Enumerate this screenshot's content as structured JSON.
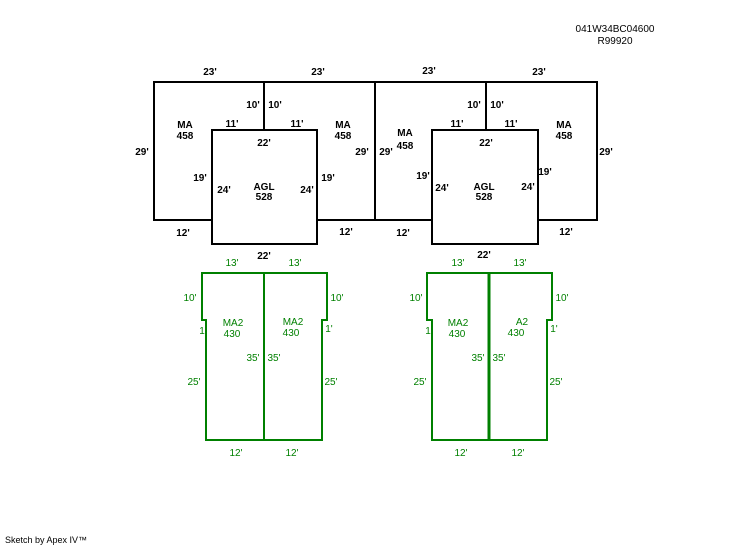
{
  "header": {
    "parcel_id": "041W34BC04600",
    "account": "R99920"
  },
  "footer": {
    "credit": "Sketch by Apex IV™"
  },
  "colors": {
    "upper_lines": "#000000",
    "lower_lines": "#008000"
  },
  "upper_floor": {
    "areas": [
      {
        "code": "MA",
        "sqft": "458"
      },
      {
        "code": "MA",
        "sqft": "458"
      },
      {
        "code": "AGL",
        "sqft": "528"
      },
      {
        "code": "MA",
        "sqft": "458"
      },
      {
        "code": "MA",
        "sqft": "458"
      },
      {
        "code": "AGL",
        "sqft": "528"
      }
    ],
    "dims": [
      "23'",
      "23'",
      "23'",
      "23'",
      "10'",
      "10'",
      "10'",
      "10'",
      "11'",
      "11'",
      "11'",
      "11'",
      "22'",
      "22'",
      "22'",
      "22'",
      "29'",
      "29'",
      "29'",
      "29'",
      "19'",
      "19'",
      "19'",
      "19'",
      "24'",
      "24'",
      "24'",
      "24'",
      "12'",
      "12'",
      "12'",
      "12'"
    ]
  },
  "lower_floor": {
    "areas": [
      {
        "code": "MA2",
        "sqft": "430"
      },
      {
        "code": "MA2",
        "sqft": "430"
      },
      {
        "code": "MA2",
        "sqft": "430"
      },
      {
        "code": "A2",
        "sqft": "430"
      }
    ],
    "dims": [
      "13'",
      "13'",
      "13'",
      "13'",
      "10'",
      "10'",
      "10'",
      "10'",
      "1",
      "1'",
      "1",
      "1'",
      "35'",
      "35'",
      "35'",
      "35'",
      "25'",
      "25'",
      "25'",
      "25'",
      "12'",
      "12'",
      "12'",
      "12'"
    ]
  }
}
